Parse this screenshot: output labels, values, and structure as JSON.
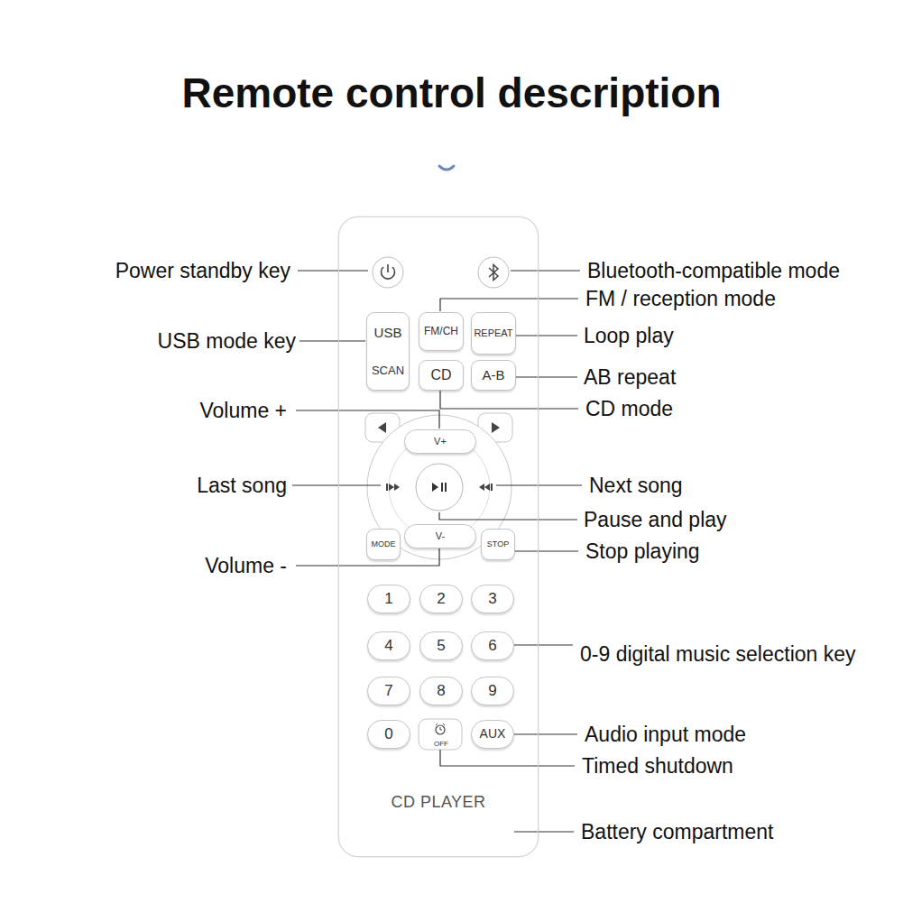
{
  "diagram": {
    "title": "Remote control description",
    "nodes": [
      {
        "text": [
          "CD PLAYER"
        ]
      },
      {
        "text": [
          "USB",
          "SCAN"
        ],
        "in": 0
      },
      {
        "text": [
          "FM/CH"
        ],
        "in": 0
      },
      {
        "text": [
          "REPEAT"
        ],
        "in": 0
      },
      {
        "text": [
          "CD"
        ],
        "in": 0
      },
      {
        "text": [
          "A-B"
        ],
        "in": 0
      },
      {
        "text": [
          "V+"
        ],
        "in": 0
      },
      {
        "text": [
          "MODE"
        ],
        "in": 0
      },
      {
        "text": [
          "V-"
        ],
        "in": 0
      },
      {
        "text": [
          "STOP"
        ],
        "in": 0
      },
      {
        "text": [
          "1"
        ],
        "in": 0
      },
      {
        "text": [
          "2"
        ],
        "in": 0
      },
      {
        "text": [
          "3"
        ],
        "in": 0
      },
      {
        "text": [
          "4"
        ],
        "in": 0
      },
      {
        "text": [
          "5"
        ],
        "in": 0
      },
      {
        "text": [
          "6"
        ],
        "in": 0
      },
      {
        "text": [
          "7"
        ],
        "in": 0
      },
      {
        "text": [
          "8"
        ],
        "in": 0
      },
      {
        "text": [
          "9"
        ],
        "in": 0
      },
      {
        "text": [
          "0"
        ],
        "in": 0
      },
      {
        "text": [
          "OFF"
        ],
        "in": 0
      },
      {
        "text": [
          "AUX"
        ],
        "in": 0
      }
    ],
    "labels": [
      "Power standby key",
      "Bluetooth-compatible mode",
      "FM / reception mode",
      "USB mode key",
      "Loop play",
      "AB repeat",
      "Volume +",
      "CD mode",
      "Last song",
      "Next song",
      "Pause and play",
      "Stop playing",
      "Volume -",
      "0-9 digital music selection key",
      "Audio input mode",
      "Timed shutdown",
      "Battery compartment"
    ]
  }
}
